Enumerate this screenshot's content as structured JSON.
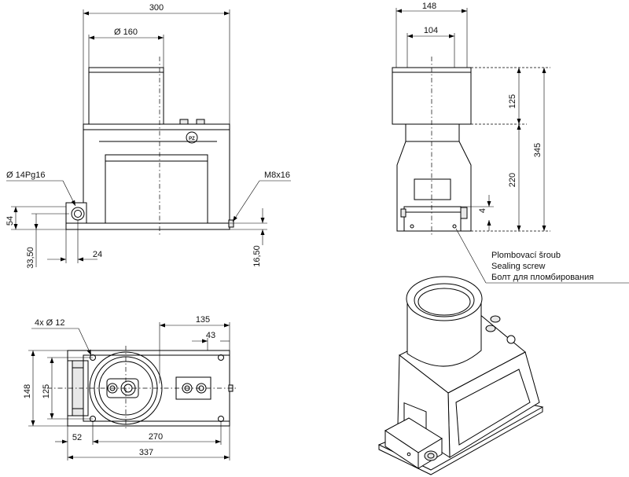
{
  "front_view": {
    "width_overall": "300",
    "diameter_top": "Ø 160",
    "cable_gland": "Ø 14Pg16",
    "mount_screw": "M8x16",
    "height_base": "54",
    "offset_gland": "33,50",
    "offset_24": "24",
    "offset_1650": "16,50"
  },
  "side_view": {
    "width_overall": "148",
    "width_inner": "104",
    "height_top": "125",
    "height_body": "220",
    "height_total": "345",
    "gap_4": "4",
    "note_cz": "Plombovací šroub",
    "note_en": "Sealing screw",
    "note_ru": "Болт для пломбирования"
  },
  "top_view": {
    "holes": "4x Ø 12",
    "dim_135": "135",
    "dim_43": "43",
    "dim_148": "148",
    "dim_125": "125",
    "dim_52": "52",
    "dim_270": "270",
    "dim_337": "337"
  },
  "iso_view": {
    "brand_mark": "PZ"
  }
}
